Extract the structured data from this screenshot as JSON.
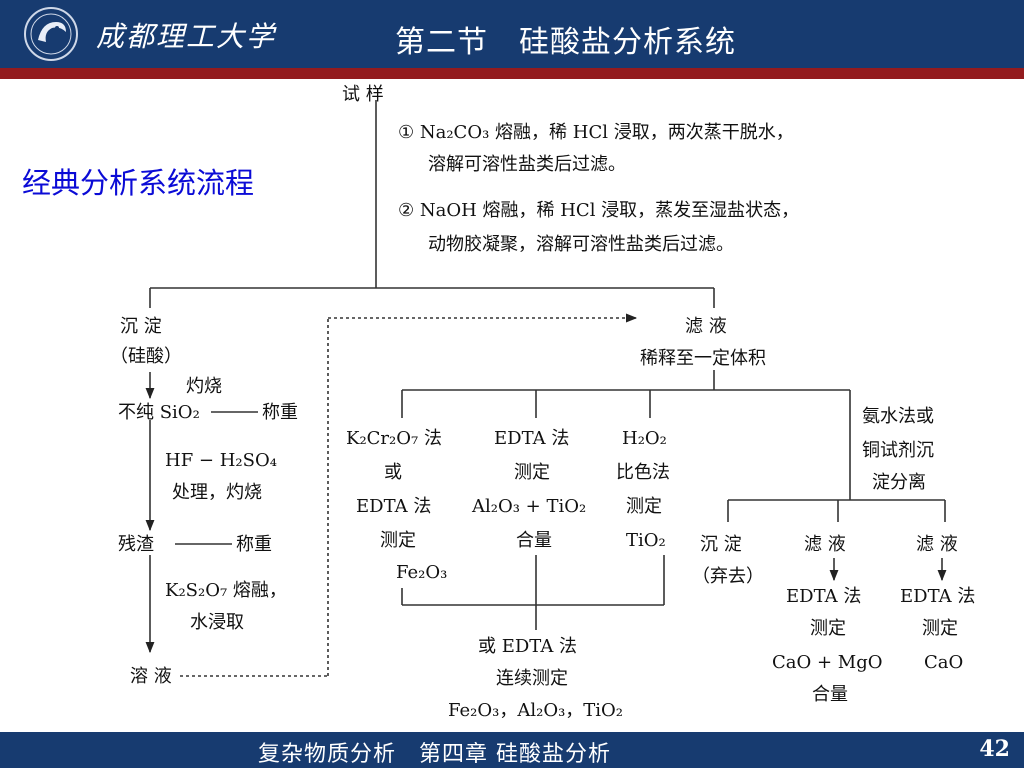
{
  "header": {
    "university": "成都理工大学",
    "title": "第二节　硅酸盐分析系统"
  },
  "side_label": "经典分析系统流程",
  "flow": {
    "sample": "试  样",
    "step1_line1": "① Na₂CO₃ 熔融，稀 HCl 浸取，两次蒸干脱水，",
    "step1_line2": "溶解可溶性盐类后过滤。",
    "step2_line1": "② NaOH 熔融，稀 HCl 浸取，蒸发至湿盐状态，",
    "step2_line2": "动物胶凝聚，溶解可溶性盐类后过滤。",
    "precipitate": "沉  淀",
    "silicic_acid": "（硅酸）",
    "ignite": "灼烧",
    "impure_sio2": "不纯 SiO₂",
    "weigh1": "称重",
    "hf_line1": "HF − H₂SO₄",
    "hf_line2": "处理，灼烧",
    "residue": "残渣",
    "weigh2": "称重",
    "k2s2o7_line1": "K₂S₂O₇ 熔融，",
    "k2s2o7_line2": "水浸取",
    "solution": "溶  液",
    "filtrate": "滤  液",
    "dilute": "稀释至一定体积",
    "m1_line1": "K₂Cr₂O₇ 法",
    "m1_line2": "或",
    "m1_line3": "EDTA 法",
    "m1_line4": "测定",
    "m1_line5": "Fe₂O₃",
    "m2_line1": "EDTA 法",
    "m2_line2": "测定",
    "m2_line3": "Al₂O₃ + TiO₂",
    "m2_line4": "合量",
    "m3_line1": "H₂O₂",
    "m3_line2": "比色法",
    "m3_line3": "测定",
    "m3_line4": "TiO₂",
    "m4_line1": "氨水法或",
    "m4_line2": "铜试剂沉",
    "m4_line3": "淀分离",
    "discard_line1": "沉  淀",
    "discard_line2": "（弃去）",
    "f1": "滤  液",
    "f1_line1": "EDTA 法",
    "f1_line2": "测定",
    "f1_line3": "CaO + MgO",
    "f1_line4": "合量",
    "f2": "滤  液",
    "f2_line1": "EDTA 法",
    "f2_line2": "测定",
    "f2_line3": "CaO",
    "combined_line1": "或 EDTA 法",
    "combined_line2": "连续测定",
    "combined_line3": "Fe₂O₃，Al₂O₃，TiO₂"
  },
  "footer": {
    "text": "复杂物质分析　第四章  硅酸盐分析",
    "page": "42"
  },
  "colors": {
    "header_blue": "#173b70",
    "header_red": "#931b1e",
    "side_label_blue": "#0b0bd6"
  }
}
